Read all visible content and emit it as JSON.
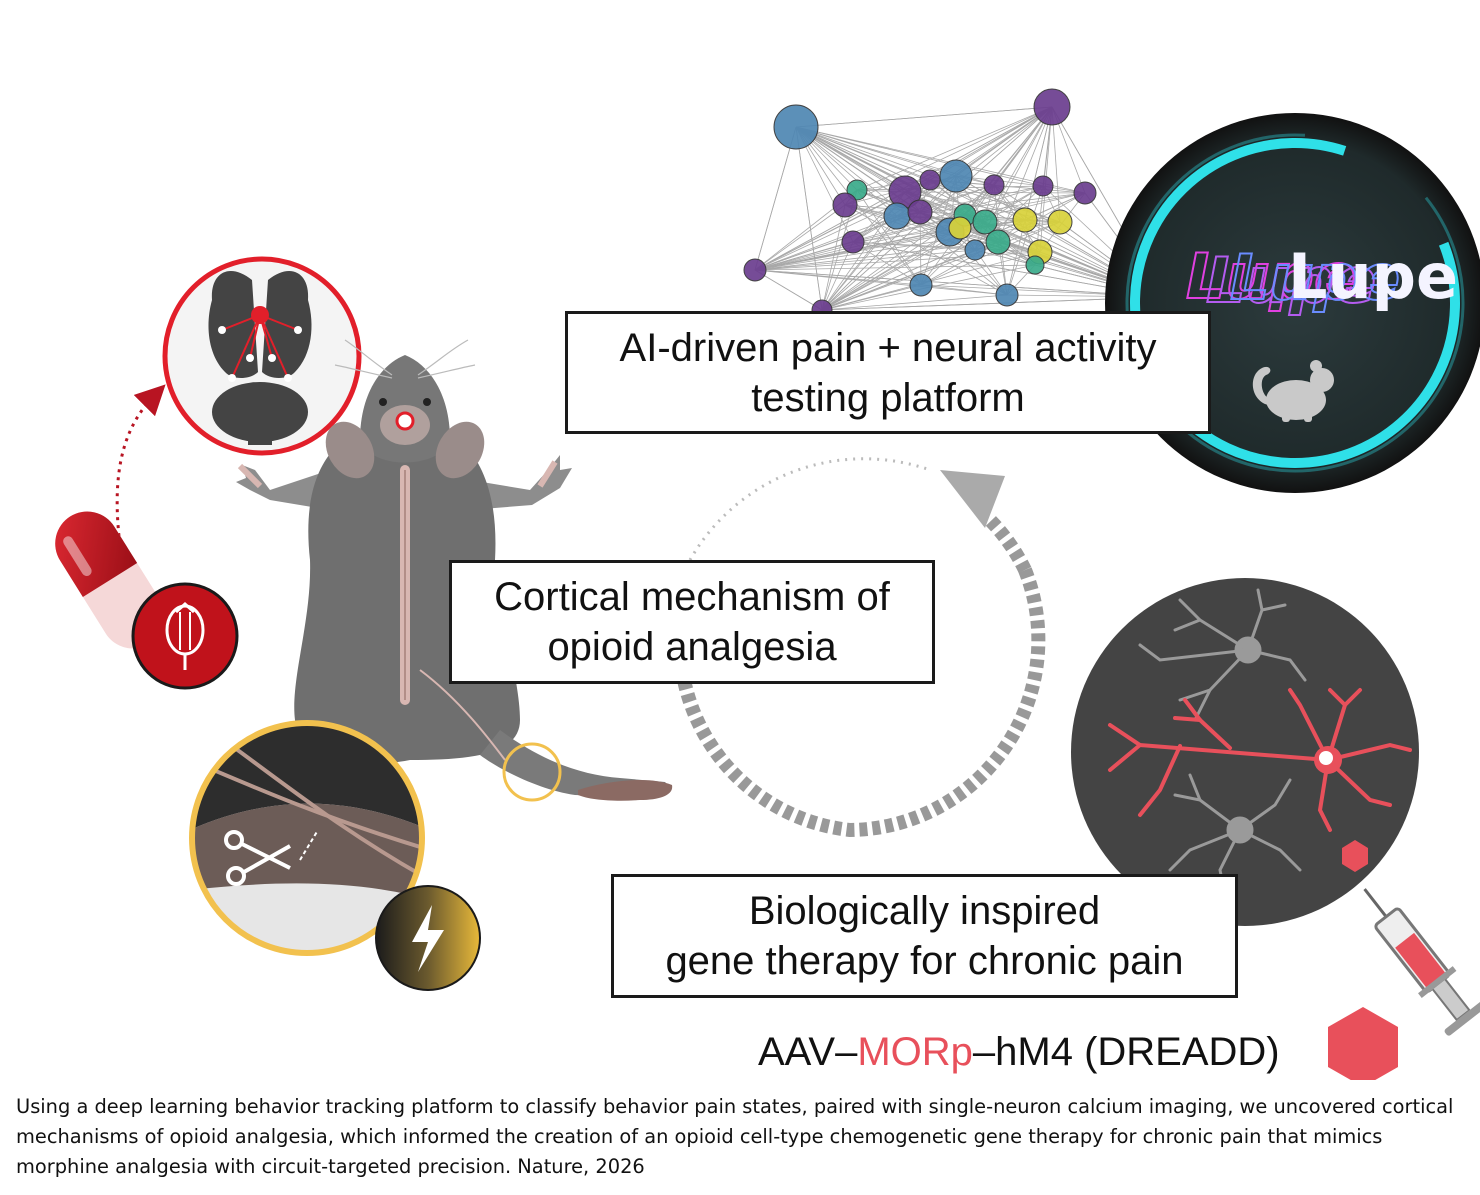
{
  "boxes": {
    "platform": [
      "AI-driven pain + neural activity",
      "testing platform"
    ],
    "cortical": [
      "Cortical mechanism of",
      "opioid analgesia"
    ],
    "gene": [
      "Biologically inspired",
      "gene therapy for chronic pain"
    ]
  },
  "construct": {
    "part1": "AAV–",
    "part2": "MORp",
    "part3": "–hM4 (DREADD)"
  },
  "lupe_logo_text": "Lupe",
  "caption": "Using a deep learning behavior tracking platform to classify behavior pain states, paired with single-neuron calcium imaging, we uncovered cortical mechanisms of opioid analgesia, which informed the creation of an opioid cell-type chemogenetic gene therapy for chronic pain that mimics morphine analgesia with circuit-targeted precision. Nature, 2026",
  "colors": {
    "accent_red": "#e8505b",
    "dark_red": "#c0121b",
    "mouse_gray": "#6f6f6f",
    "lupe_ring": "#2fe0e8",
    "lightning_gold": "#e8b93a"
  },
  "icons": [
    "brain-icon",
    "pill-icon",
    "poppy-icon",
    "scissors-icon",
    "lightning-icon",
    "mouse-icon",
    "neuron-icon",
    "syringe-icon",
    "hexagon-icon",
    "network-graph-icon",
    "cycle-arrow-icon"
  ]
}
